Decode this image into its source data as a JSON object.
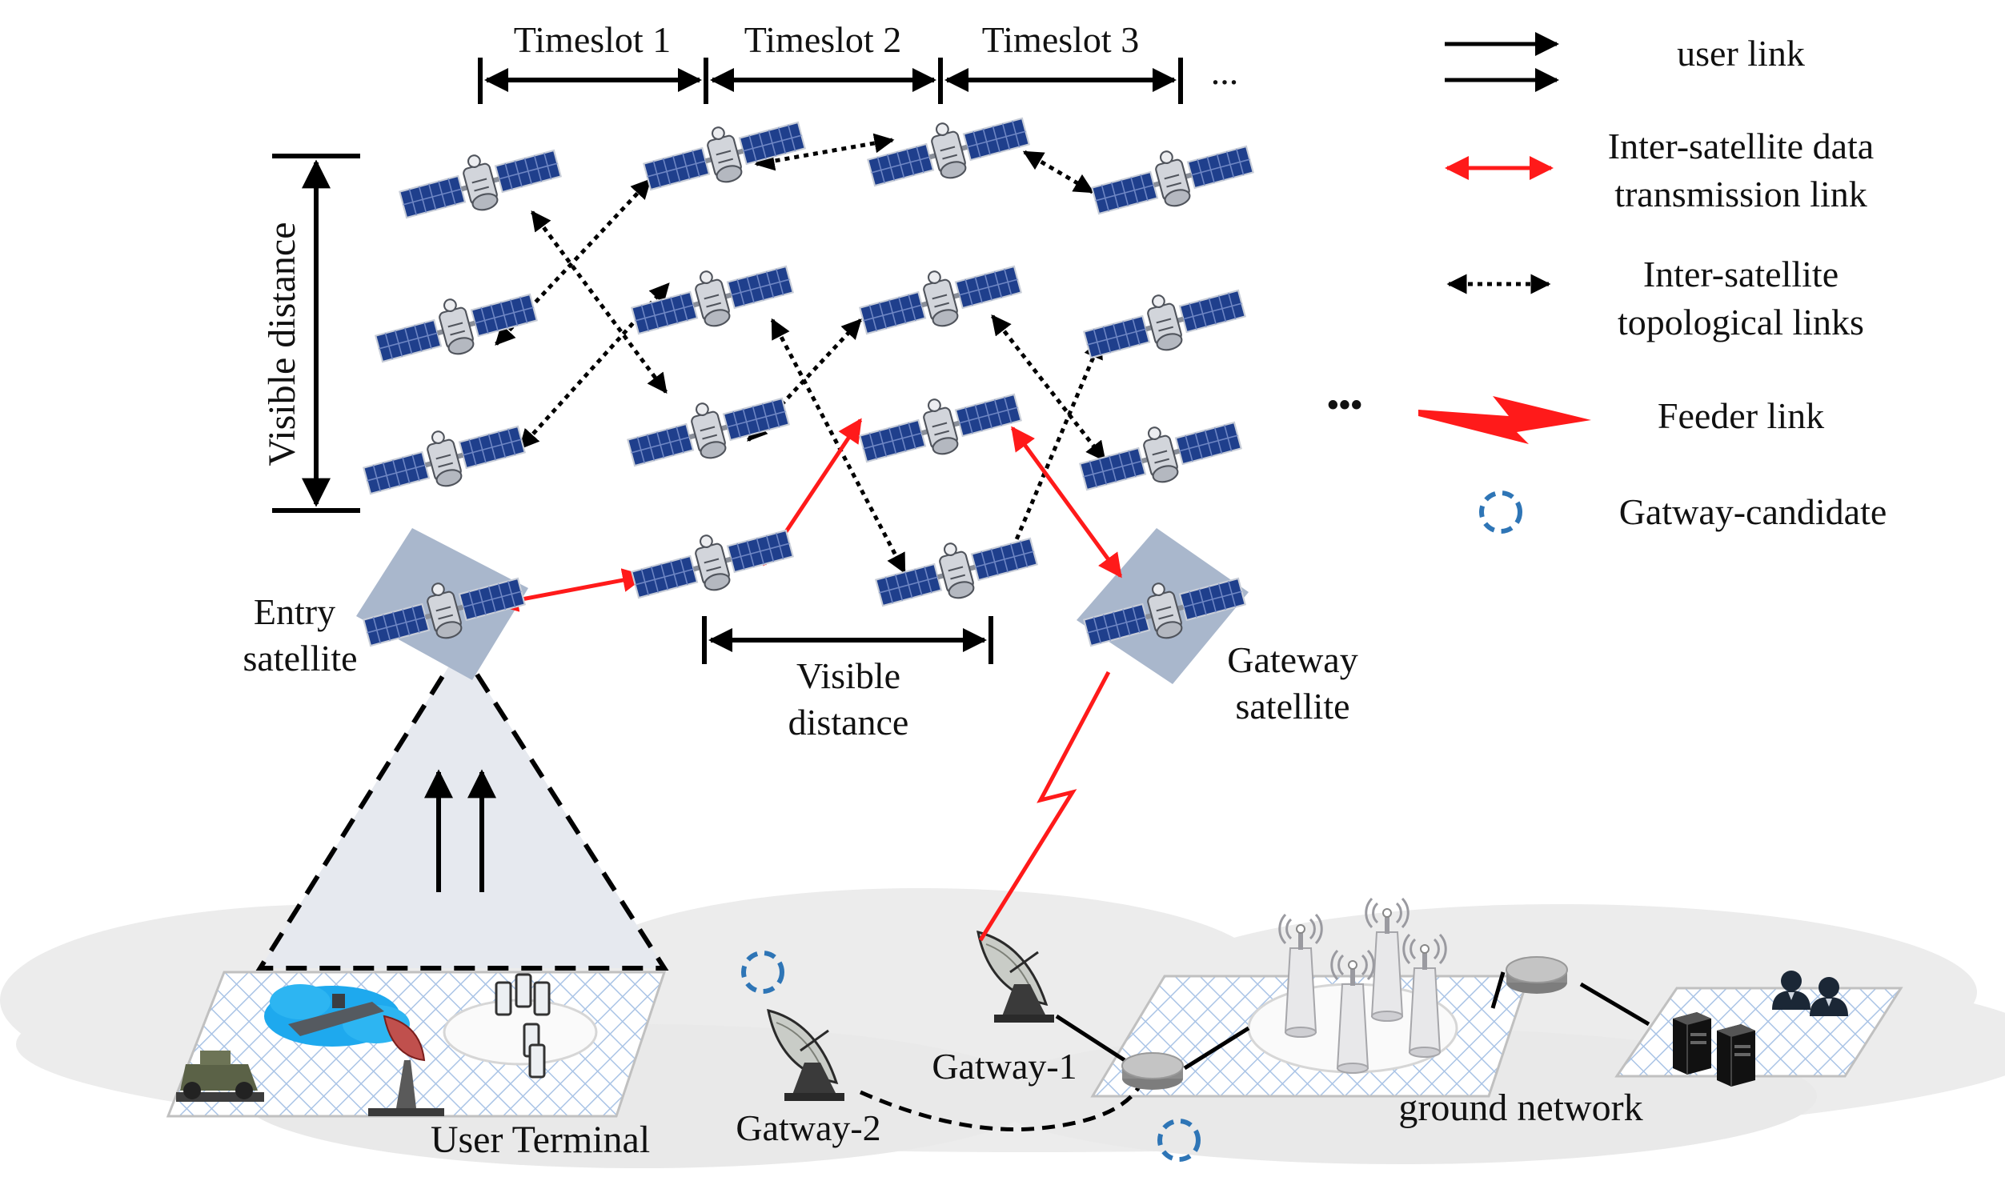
{
  "timeline": {
    "slot1": "Timeslot 1",
    "slot2": "Timeslot 2",
    "slot3": "Timeslot 3",
    "ellipsis": "..."
  },
  "labels": {
    "visible_distance_vertical": "Visible distance",
    "visible_distance_horizontal_line1": "Visible",
    "visible_distance_horizontal_line2": "distance",
    "entry_line1": "Entry",
    "entry_line2": "satellite",
    "gateway_line1": "Gateway",
    "gateway_line2": "satellite",
    "user_terminal": "User Terminal",
    "gatway1": "Gatway-1",
    "gatway2": "Gatway-2",
    "ground_network": "ground network",
    "more_satellites": "•••"
  },
  "legend": {
    "user_link": "user link",
    "isl_data_line1": "Inter-satellite data",
    "isl_data_line2": "transmission link",
    "isl_topo_line1": "Inter-satellite",
    "isl_topo_line2": "topological links",
    "feeder": "Feeder link",
    "candidate": "Gatway-candidate"
  },
  "colors": {
    "data_link": "#ff1a1a",
    "feeder_link": "#ff1a1a",
    "candidate_ring": "#2e75b6",
    "panel_blue": "#1f3f8c",
    "highlight_box": "#a9b7cc",
    "cone_fill": "#e6e9ef",
    "ground_cloud": "#ebebeb",
    "grid_line": "#aac4e6"
  },
  "icons": {
    "satellite": "satellite-icon",
    "dish": "dish-antenna-icon",
    "router": "router-icon",
    "tower": "cell-tower-icon",
    "server": "server-icon",
    "users": "users-icon",
    "vehicle": "armored-vehicle-icon",
    "ship": "ship-icon",
    "radar": "radar-antenna-icon",
    "phone": "handset-icon"
  }
}
